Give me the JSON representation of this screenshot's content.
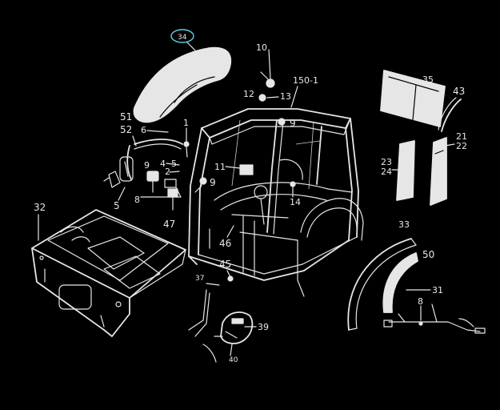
{
  "diagram": {
    "labels": {
      "p34": "34",
      "p10": "10",
      "p150_1": "150-1",
      "p12": "12",
      "p13": "13",
      "p9a": "9",
      "p51": "51",
      "p52": "52",
      "p6": "6",
      "p1": "1",
      "p9b": "9",
      "p4": "4",
      "p5b": "5",
      "p2": "2",
      "p11": "11",
      "p9c": "9",
      "p8": "8",
      "p5": "5",
      "p47": "47",
      "p14": "14",
      "p46": "46",
      "p32": "32",
      "p35": "35",
      "p43": "43",
      "p21": "21",
      "p22": "22",
      "p23": "23",
      "p24": "24",
      "p33": "33",
      "p50": "50",
      "p31": "31",
      "p8b": "8",
      "p45": "45",
      "p37": "37",
      "p39": "39",
      "p40": "40"
    },
    "colors": {
      "background": "#000000",
      "line": "#e6e6e6",
      "highlight": "#5bd3e0"
    }
  }
}
